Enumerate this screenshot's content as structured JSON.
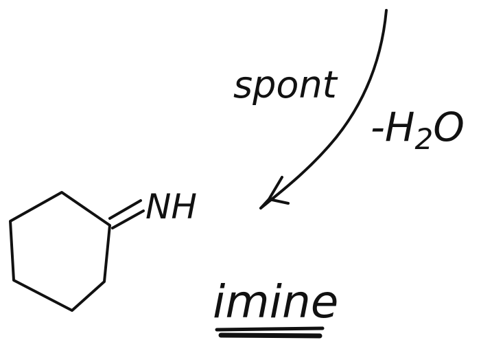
{
  "colors": {
    "ink": "#111111",
    "background": "#ffffff"
  },
  "annotations": {
    "condition": "spont",
    "byproduct": "-H",
    "byproduct_subscript": "2",
    "byproduct_tail": "O"
  },
  "molecule": {
    "substituent": "NH"
  },
  "label": {
    "name": "imine"
  }
}
